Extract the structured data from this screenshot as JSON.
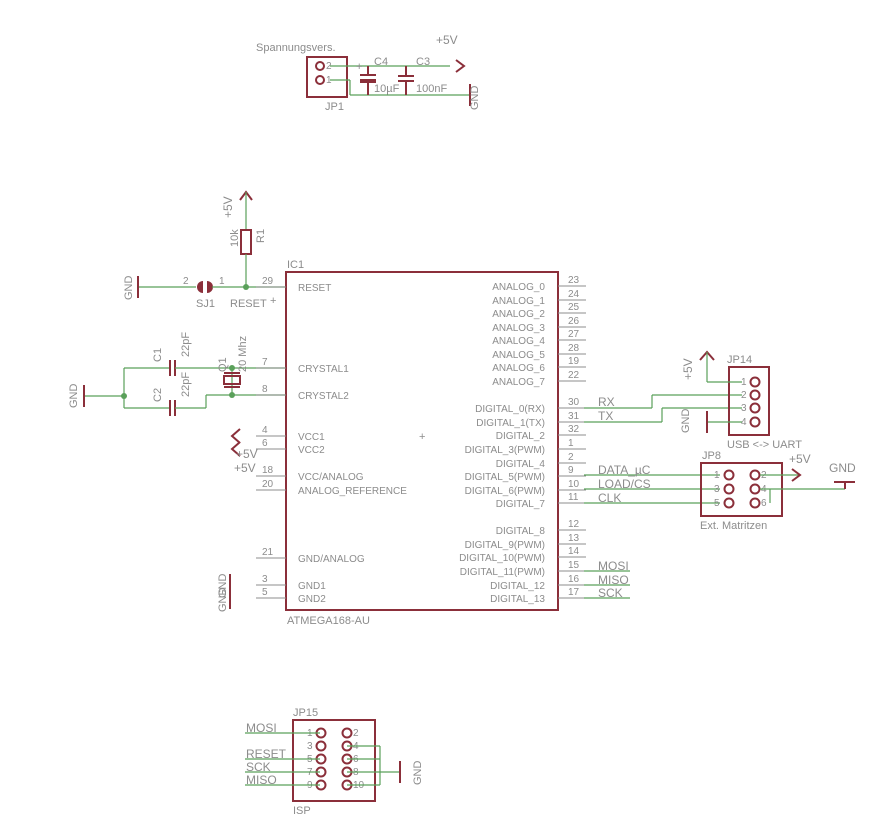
{
  "power": {
    "label": "Spannungsvers.",
    "connector": "JP1",
    "pins": [
      "2",
      "1"
    ],
    "c4": {
      "name": "C4",
      "value": "10µF"
    },
    "c3": {
      "name": "C3",
      "value": "100nF"
    },
    "vcc": "+5V",
    "gnd": "GND"
  },
  "reset": {
    "vcc": "+5V",
    "resistor": "R1",
    "resistor_value": "10k",
    "jumper": "SJ1",
    "jumper_pins": [
      "2",
      "1"
    ],
    "net": "RESET",
    "gnd": "GND"
  },
  "crystal": {
    "c1": {
      "name": "C1",
      "value": "22pF"
    },
    "c2": {
      "name": "C2",
      "value": "22pF"
    },
    "q1": {
      "name": "Q1",
      "value": "20 Mhz"
    },
    "gnd": "GND"
  },
  "ic": {
    "name": "IC1",
    "part": "ATMEGA168-AU",
    "left_pins": [
      {
        "num": "29",
        "name": "RESET"
      },
      {
        "num": "7",
        "name": "CRYSTAL1"
      },
      {
        "num": "8",
        "name": "CRYSTAL2"
      },
      {
        "num": "4",
        "name": "VCC1"
      },
      {
        "num": "6",
        "name": "VCC2"
      },
      {
        "num": "18",
        "name": "VCC/ANALOG"
      },
      {
        "num": "20",
        "name": "ANALOG_REFERENCE"
      },
      {
        "num": "21",
        "name": "GND/ANALOG"
      },
      {
        "num": "3",
        "name": "GND1"
      },
      {
        "num": "5",
        "name": "GND2"
      }
    ],
    "right_pins": [
      {
        "num": "23",
        "name": "ANALOG_0"
      },
      {
        "num": "24",
        "name": "ANALOG_1"
      },
      {
        "num": "25",
        "name": "ANALOG_2"
      },
      {
        "num": "26",
        "name": "ANALOG_3"
      },
      {
        "num": "27",
        "name": "ANALOG_4"
      },
      {
        "num": "28",
        "name": "ANALOG_5"
      },
      {
        "num": "19",
        "name": "ANALOG_6"
      },
      {
        "num": "22",
        "name": "ANALOG_7"
      },
      {
        "num": "30",
        "name": "DIGITAL_0(RX)"
      },
      {
        "num": "31",
        "name": "DIGITAL_1(TX)"
      },
      {
        "num": "32",
        "name": "DIGITAL_2"
      },
      {
        "num": "1",
        "name": "DIGITAL_3(PWM)"
      },
      {
        "num": "2",
        "name": "DIGITAL_4"
      },
      {
        "num": "9",
        "name": "DIGITAL_5(PWM)"
      },
      {
        "num": "10",
        "name": "DIGITAL_6(PWM)"
      },
      {
        "num": "11",
        "name": "DIGITAL_7"
      },
      {
        "num": "12",
        "name": "DIGITAL_8"
      },
      {
        "num": "13",
        "name": "DIGITAL_9(PWM)"
      },
      {
        "num": "14",
        "name": "DIGITAL_10(PWM)"
      },
      {
        "num": "15",
        "name": "DIGITAL_11(PWM)"
      },
      {
        "num": "16",
        "name": "DIGITAL_12"
      },
      {
        "num": "17",
        "name": "DIGITAL_13"
      }
    ],
    "vcc_labels": [
      "+5V",
      "+5V"
    ],
    "gnd_labels": [
      "GND",
      "GND"
    ]
  },
  "nets": {
    "rx": "RX",
    "tx": "TX",
    "data": "DATA_µC",
    "load": "LOAD/CS",
    "clk": "CLK",
    "mosi": "MOSI",
    "miso": "MISO",
    "sck": "SCK"
  },
  "jp14": {
    "name": "JP14",
    "label": "USB <-> UART",
    "pins": [
      "1",
      "2",
      "3",
      "4"
    ],
    "vcc": "+5V",
    "gnd": "GND"
  },
  "jp8": {
    "name": "JP8",
    "label": "Ext. Matritzen",
    "pins_left": [
      "1",
      "3",
      "5"
    ],
    "pins_right": [
      "2",
      "4",
      "6"
    ],
    "vcc": "+5V",
    "gnd": "GND"
  },
  "jp15": {
    "name": "JP15",
    "label": "ISP",
    "pins_left": [
      "1",
      "3",
      "5",
      "7",
      "9"
    ],
    "pins_right": [
      "2",
      "4",
      "6",
      "8",
      "10"
    ],
    "nets": [
      "MOSI",
      "RESET",
      "SCK",
      "MISO"
    ],
    "gnd": "GND"
  },
  "colors": {
    "part": "#8b2f3a",
    "wire": "#5aa05a",
    "text": "#8c8c8c",
    "background": "#ffffff"
  }
}
